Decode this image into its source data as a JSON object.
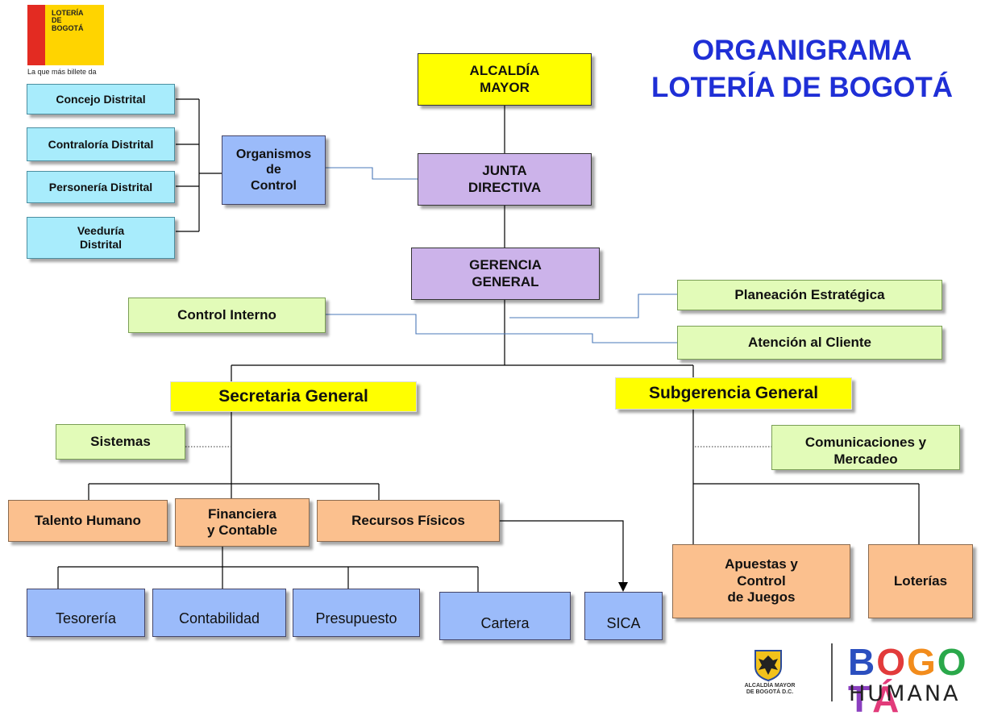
{
  "title": {
    "line1": "ORGANIGRAMA",
    "line2": "LOTERÍA DE BOGOTÁ"
  },
  "logo": {
    "line1": "LOTERÍA",
    "line2": "DE",
    "line3": "BOGOTÁ",
    "slogan": "La que más billete da"
  },
  "footer": {
    "alcaldia": "ALCALDÍA MAYOR\nDE BOGOTÁ D.C.",
    "bogota_letters": [
      "B",
      "O",
      "G",
      "O",
      "T",
      "Á"
    ],
    "bogota_colors": [
      "#2b4fbf",
      "#e23b3b",
      "#f28c1c",
      "#2aa84a",
      "#8a3fbf",
      "#e23b7a"
    ],
    "humana": "HUMANA"
  },
  "nodes": {
    "alcaldia": "ALCALDÍA\nMAYOR",
    "junta": "JUNTA\nDIRECTIVA",
    "gerencia": "GERENCIA\nGENERAL",
    "organismos": "Organismos\nde\nControl",
    "concejo": "Concejo Distrital",
    "contraloria": "Contraloría Distrital",
    "personeria": "Personería Distrital",
    "veeduria": "Veeduría\nDistrital",
    "control_interno": "Control Interno",
    "planeacion": "Planeación Estratégica",
    "atencion": "Atención al Cliente",
    "secretaria": "Secretaria General",
    "subgerencia": "Subgerencia General",
    "sistemas": "Sistemas",
    "comunicaciones": "Comunicaciones y\nMercadeo",
    "talento": "Talento Humano",
    "financiera": "Financiera\ny Contable",
    "recursos": "Recursos Físicos",
    "tesoreria": "Tesorería",
    "contabilidad": "Contabilidad",
    "presupuesto": "Presupuesto",
    "cartera": "Cartera",
    "sica": "SICA",
    "apuestas": "Apuestas y\nControl\nde Juegos",
    "loterias": "Loterías"
  },
  "colors": {
    "title": "#1f2fd6",
    "yellow": "#ffff00",
    "purple": "#ccb3ea",
    "cyan": "#a8ecfc",
    "blue": "#9bbbfa",
    "green": "#e2fbb8",
    "orange": "#fbc08e",
    "link_blue": "#4a78b8"
  }
}
